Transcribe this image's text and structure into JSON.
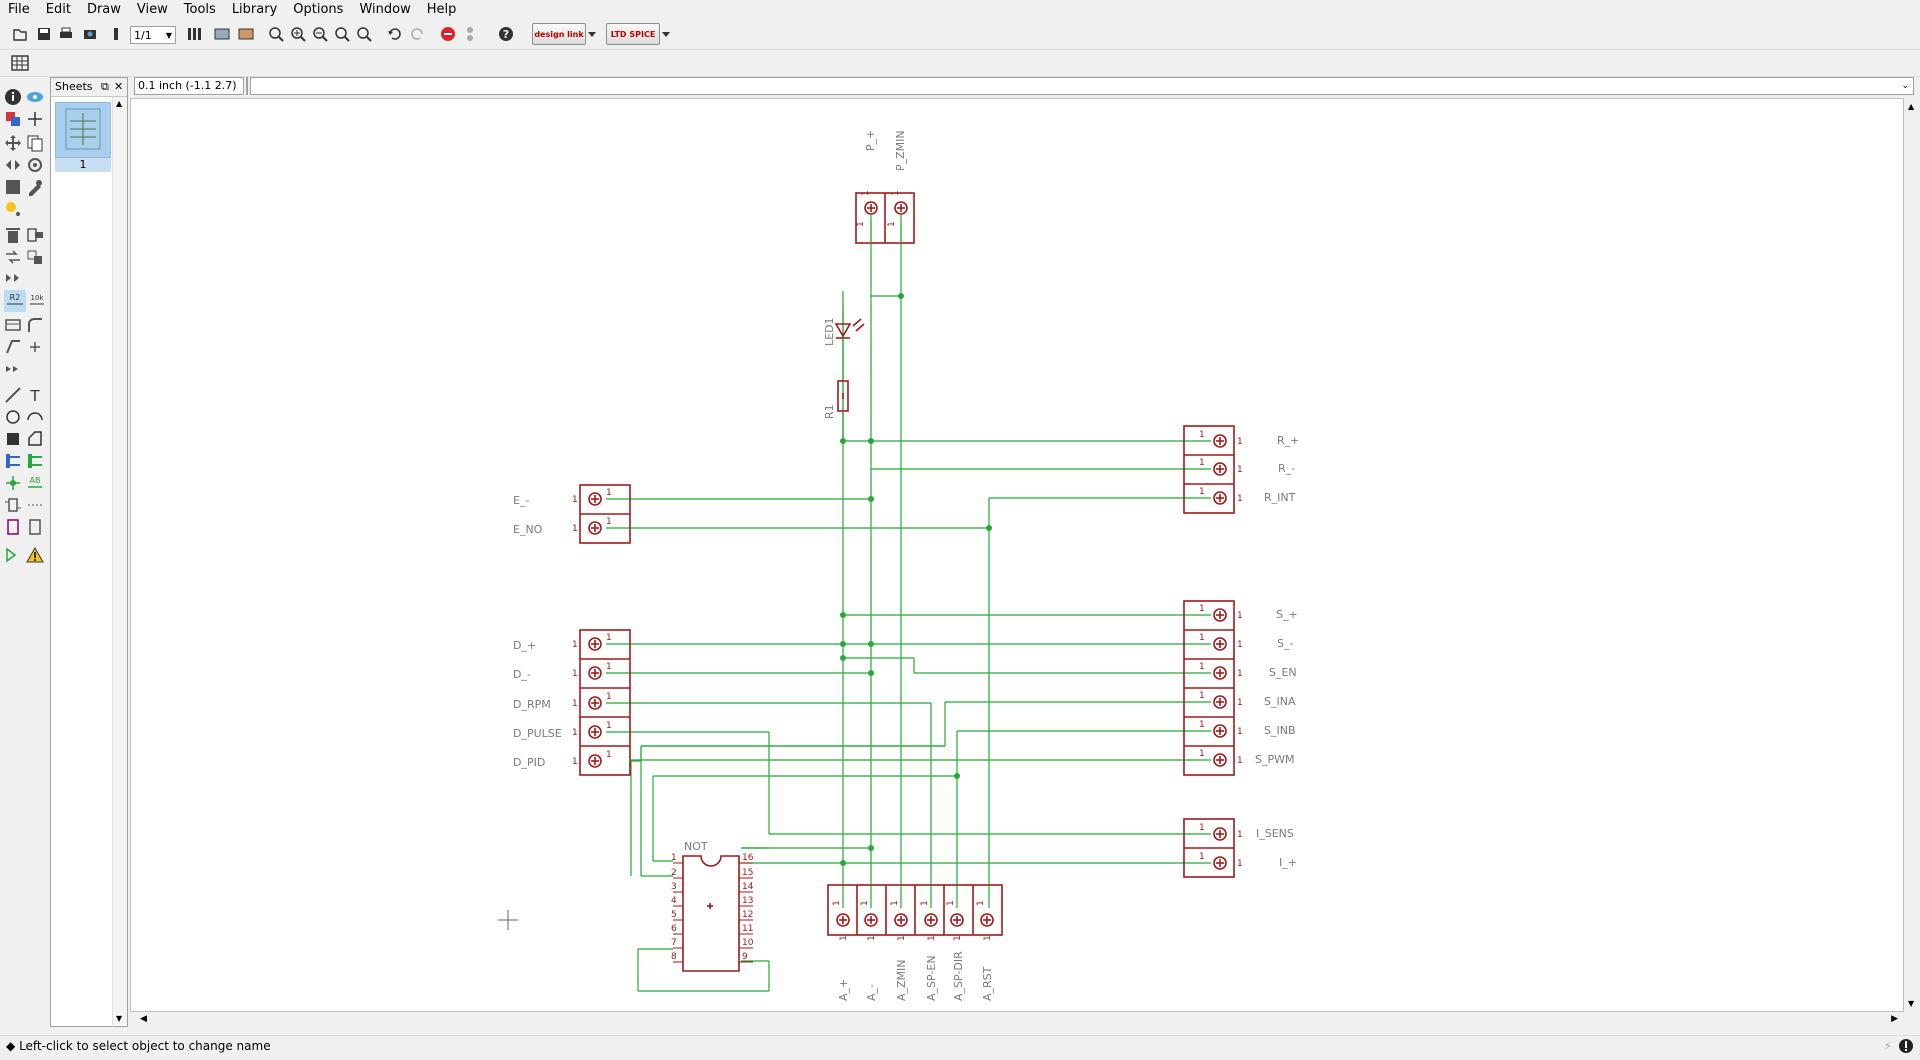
{
  "menu": [
    "File",
    "Edit",
    "Draw",
    "View",
    "Tools",
    "Library",
    "Options",
    "Window",
    "Help"
  ],
  "toolbar": {
    "sheet_select": "1/1",
    "design_link": "design link",
    "ltspice": "LTD SPICE"
  },
  "sheets": {
    "title": "Sheets",
    "sheet_number": "1"
  },
  "coord": "0.1 inch (-1.1 2.7)",
  "status": "Left-click to select object to change name",
  "colors": {
    "net": "#27a83a",
    "part": "#a01a1a",
    "label": "#7a7a7a"
  },
  "schematic": {
    "top_labels": [
      "P_+",
      "P_ZMIN"
    ],
    "led": "LED1",
    "resistor": "R1",
    "e_labels": [
      "E_-",
      "E_NO"
    ],
    "d_labels": [
      "D_+",
      "D_-",
      "D_RPM",
      "D_PULSE",
      "D_PID"
    ],
    "r_labels": [
      "R_+",
      "R_-",
      "R_INT"
    ],
    "s_labels": [
      "S_+",
      "S_-",
      "S_EN",
      "S_INA",
      "S_INB",
      "S_PWM"
    ],
    "i_labels": [
      "I_SENS",
      "I_+"
    ],
    "a_labels": [
      "A_+",
      "A_-",
      "A_ZMIN",
      "A_SP-EN",
      "A_SP-DIR",
      "A_RST"
    ],
    "ic_name": "NOT",
    "ic_pins_left": [
      "1",
      "2",
      "3",
      "4",
      "5",
      "6",
      "7",
      "8"
    ],
    "ic_pins_right": [
      "16",
      "15",
      "14",
      "13",
      "12",
      "11",
      "10",
      "9"
    ],
    "pin_one": "1"
  }
}
